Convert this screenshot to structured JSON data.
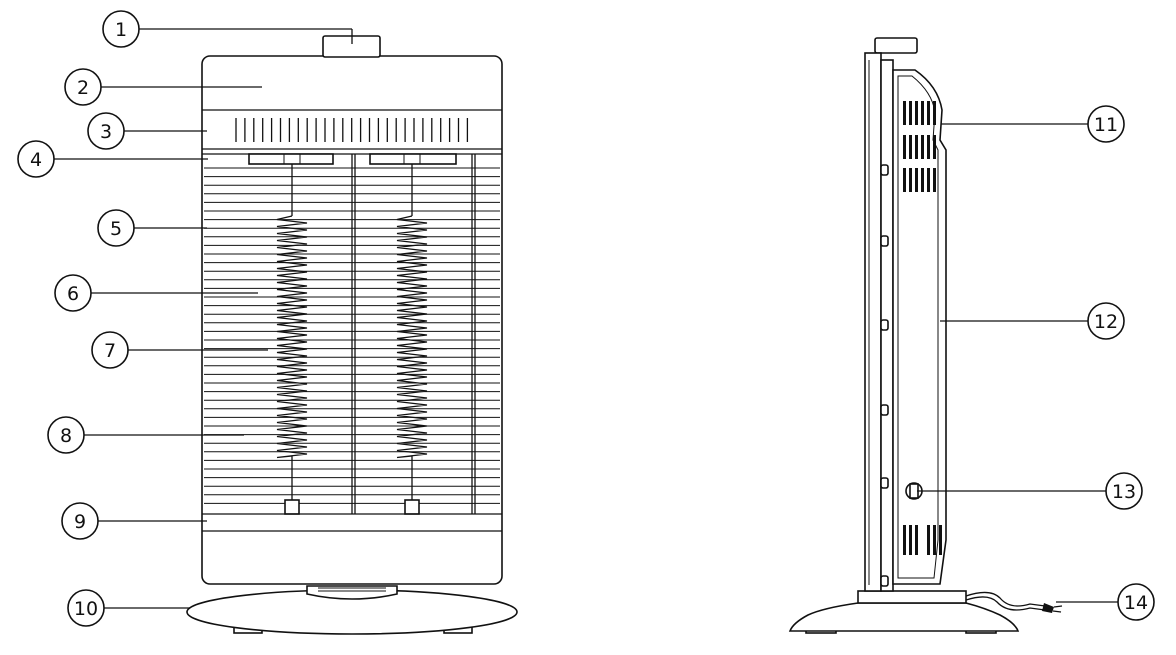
{
  "callouts": [
    {
      "id": "callout-1",
      "label": "1"
    },
    {
      "id": "callout-2",
      "label": "2"
    },
    {
      "id": "callout-3",
      "label": "3"
    },
    {
      "id": "callout-4",
      "label": "4"
    },
    {
      "id": "callout-5",
      "label": "5"
    },
    {
      "id": "callout-6",
      "label": "6"
    },
    {
      "id": "callout-7",
      "label": "7"
    },
    {
      "id": "callout-8",
      "label": "8"
    },
    {
      "id": "callout-9",
      "label": "9"
    },
    {
      "id": "callout-10",
      "label": "10"
    },
    {
      "id": "callout-11",
      "label": "11"
    },
    {
      "id": "callout-12",
      "label": "12"
    },
    {
      "id": "callout-13",
      "label": "13"
    },
    {
      "id": "callout-14",
      "label": "14"
    }
  ],
  "colors": {
    "line": "#111111",
    "background": "#ffffff"
  }
}
